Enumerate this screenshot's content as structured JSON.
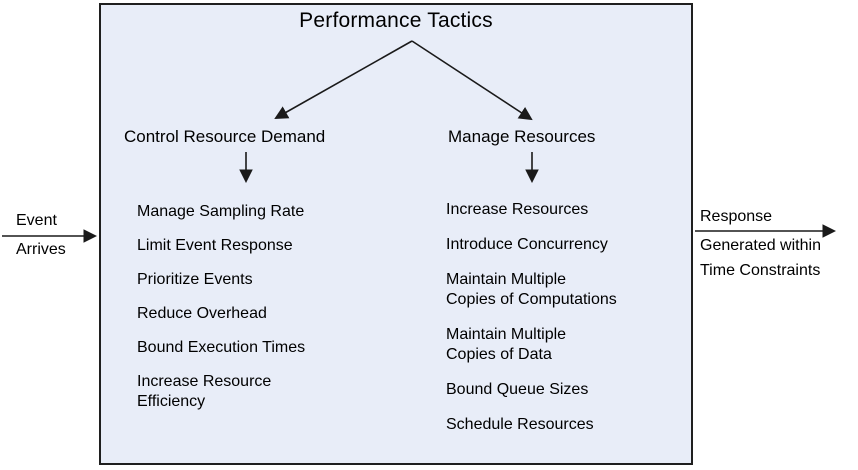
{
  "diagram": {
    "title": "Performance Tactics",
    "left_annotation": {
      "line1": "Event",
      "line2": "Arrives"
    },
    "right_annotation": {
      "line1": "Response",
      "line2": "Generated within",
      "line3": "Time Constraints"
    },
    "branches": [
      {
        "heading": "Control Resource Demand",
        "items": [
          "Manage Sampling Rate",
          "Limit Event Response",
          "Prioritize Events",
          "Reduce Overhead",
          "Bound Execution Times",
          "Increase Resource\nEfficiency"
        ]
      },
      {
        "heading": "Manage Resources",
        "items": [
          "Increase Resources",
          "Introduce Concurrency",
          "Maintain Multiple\nCopies of Computations",
          "Maintain Multiple\nCopies of Data",
          "Bound Queue Sizes",
          "Schedule Resources"
        ]
      }
    ],
    "colors": {
      "box_fill": "#e8edf8",
      "box_border": "#1f1f1f",
      "arrow": "#1a1a1a",
      "text": "#000000"
    }
  }
}
